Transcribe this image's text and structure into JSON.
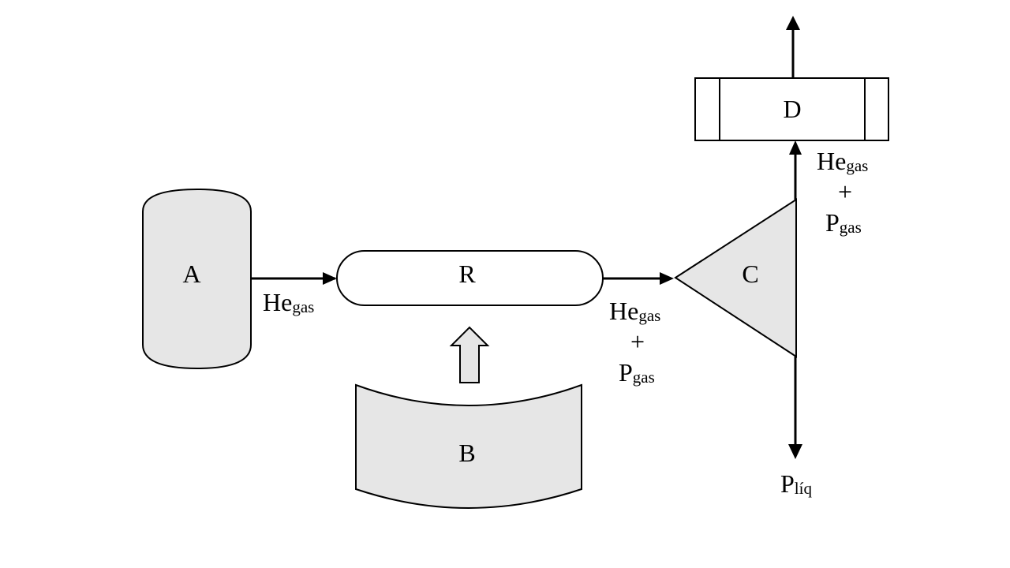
{
  "colors": {
    "stroke": "#000000",
    "fill_gray": "#e6e6e6",
    "fill_white": "#ffffff",
    "background": "#ffffff"
  },
  "nodes": {
    "A": {
      "label": "A",
      "shape": "vertical-cylinder"
    },
    "R": {
      "label": "R",
      "shape": "rounded-capsule"
    },
    "B": {
      "label": "B",
      "shape": "curved-vessel"
    },
    "C": {
      "label": "C",
      "shape": "triangle"
    },
    "D": {
      "label": "D",
      "shape": "rectangle-with-bands"
    }
  },
  "streams": {
    "a_to_r": {
      "base": "He",
      "sub": "gas"
    },
    "r_to_c": {
      "line1_base": "He",
      "line1_sub": "gas",
      "plus": "+",
      "line3_base": "P",
      "line3_sub": "gas"
    },
    "c_to_d": {
      "line1_base": "He",
      "line1_sub": "gas",
      "plus": "+",
      "line3_base": "P",
      "line3_sub": "gas"
    },
    "c_down": {
      "base": "P",
      "sub": "líq"
    }
  }
}
